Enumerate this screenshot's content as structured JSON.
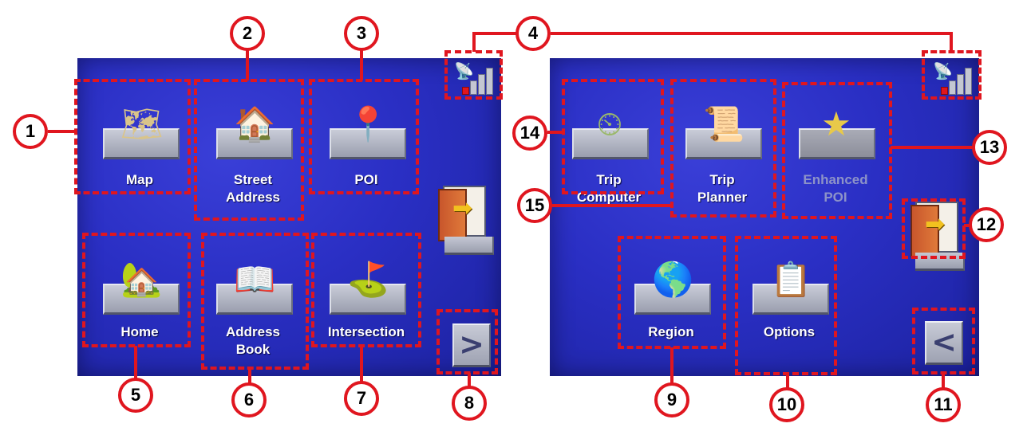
{
  "colors": {
    "annotation": "#e0161f",
    "screen": "#2a2fc4",
    "label": "#ffffff",
    "disabled_label": "#8d93c8"
  },
  "left_screen": {
    "tiles": [
      {
        "label": "Map",
        "icon": "map-icon"
      },
      {
        "label": "Street\nAddress",
        "icon": "house-magnifier-icon"
      },
      {
        "label": "POI",
        "icon": "pushpin-map-icon"
      },
      {
        "label": "Home",
        "icon": "home-icon"
      },
      {
        "label": "Address\nBook",
        "icon": "address-book-icon"
      },
      {
        "label": "Intersection",
        "icon": "signpost-icon"
      }
    ],
    "exit_icon": "exit-door-icon",
    "next_button": ">",
    "signal_icon": "gps-signal-icon"
  },
  "right_screen": {
    "tiles": [
      {
        "label": "Trip\nComputer",
        "icon": "trip-computer-icon"
      },
      {
        "label": "Trip\nPlanner",
        "icon": "trip-planner-icon"
      },
      {
        "label": "Enhanced\nPOI",
        "icon": "star-map-icon",
        "state": "disabled"
      },
      {
        "label": "Region",
        "icon": "globe-icon"
      },
      {
        "label": "Options",
        "icon": "checklist-icon"
      }
    ],
    "exit_icon": "exit-door-icon",
    "back_button": "<",
    "signal_icon": "gps-signal-icon"
  },
  "callouts": [
    "1",
    "2",
    "3",
    "4",
    "5",
    "6",
    "7",
    "8",
    "9",
    "10",
    "11",
    "12",
    "13",
    "14",
    "15"
  ]
}
